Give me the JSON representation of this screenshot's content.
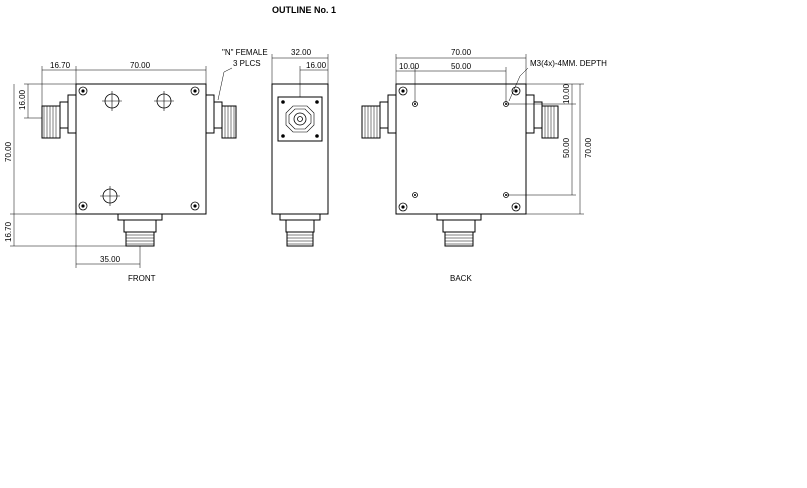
{
  "title": "OUTLINE  No. 1",
  "views": {
    "front": "FRONT",
    "back": "BACK"
  },
  "front_dims": {
    "left_offset": "16.70",
    "width": "70.00",
    "connector_height": "16.00",
    "height": "70.00",
    "bottom_offset": "16.70",
    "bottom_center": "35.00"
  },
  "connector_note": {
    "line1": "\"N\" FEMALE",
    "line2": "3 PLCS"
  },
  "side_dims": {
    "depth": "32.00",
    "half_depth": "16.00"
  },
  "back_dims": {
    "width": "70.00",
    "left_offset": "10.00",
    "hole_spacing": "50.00",
    "right_offset": "10.00",
    "hole_spacing_vertical": "50.00",
    "height": "70.00"
  },
  "hole_note": "M3(4x)-4MM. DEPTH"
}
